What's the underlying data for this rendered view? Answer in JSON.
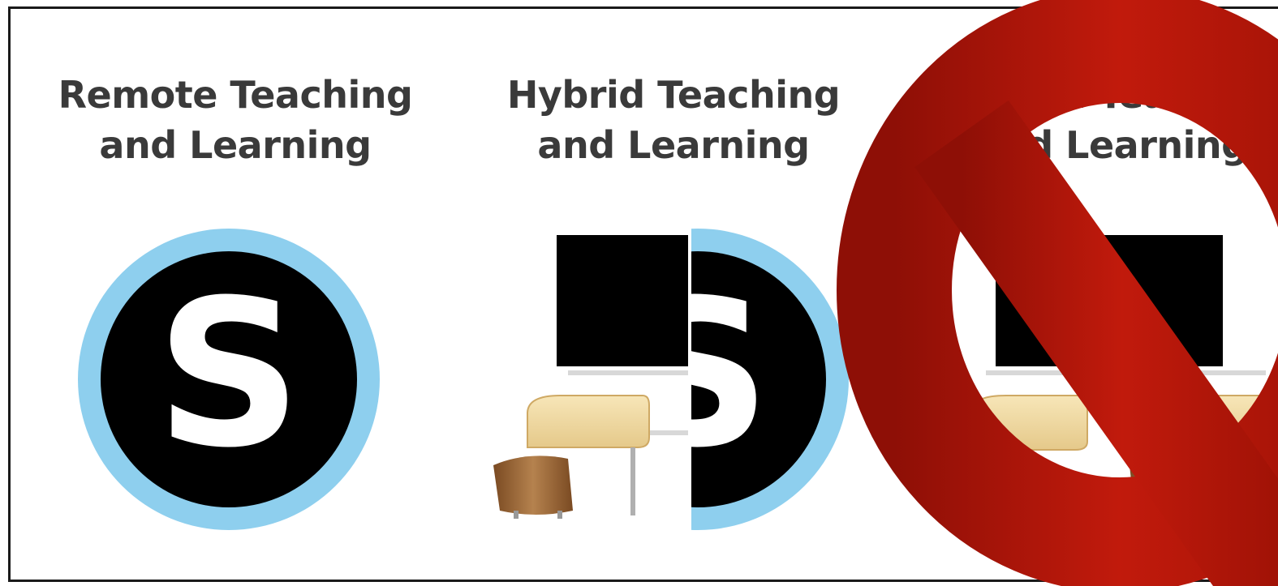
{
  "panels": [
    {
      "id": "remote",
      "title_line1": "Remote Teaching",
      "title_line2": "and Learning",
      "icon": "schoology-s-logo"
    },
    {
      "id": "hybrid",
      "title_line1": "Hybrid Teaching",
      "title_line2": "and Learning",
      "icon": "classroom-and-schoology-logo"
    },
    {
      "id": "in-person",
      "title_line1": "Person Teaching",
      "title_line2": "and Learning",
      "icon": "classroom-desk-and-board"
    }
  ],
  "overlay": {
    "icon": "prohibition-sign-icon",
    "color": "#b01508"
  },
  "colors": {
    "logo_ring": "#8ecfee",
    "logo_fill": "#000000",
    "logo_letter": "#ffffff",
    "desk_top": "#f2dca4",
    "chair": "#a06a3a",
    "frame": "#1a1a1a"
  }
}
